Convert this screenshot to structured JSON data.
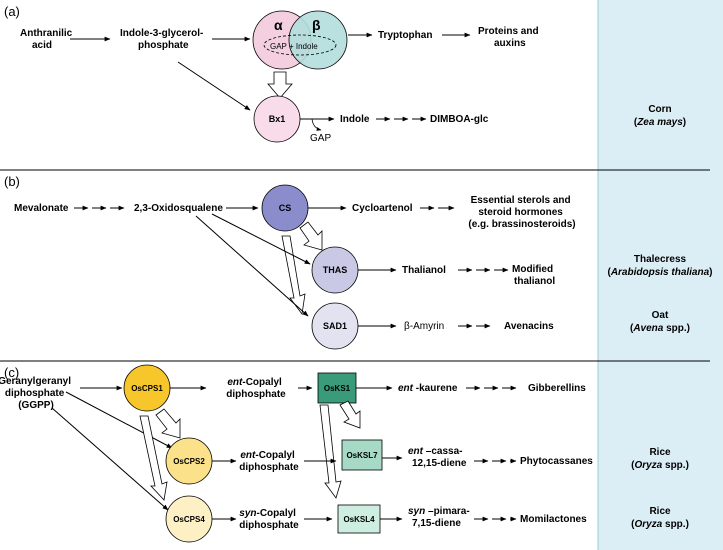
{
  "colors": {
    "species_column": "#dbeef6",
    "alpha": "#f4cfe0",
    "beta": "#b3dedd",
    "bx1": "#f9dcea",
    "cs": "#8b8ccb",
    "thas": "#c9c9e6",
    "sad1": "#e2e2f1",
    "oscps1": "#f7c62a",
    "oscps2": "#fbe18a",
    "oscps4": "#fdf0c4",
    "osks1": "#3a9b7b",
    "osksl7": "#a6dac6",
    "osksl4": "#cdeee0"
  },
  "panel_a": {
    "label": "(a)",
    "anthranilic": [
      "Anthranilic",
      "acid"
    ],
    "i3gp": [
      "Indole-3-glycerol-",
      "phosphate"
    ],
    "alpha": "α",
    "beta": "β",
    "gap_indole": "GAP + Indole",
    "tryptophan": "Tryptophan",
    "proteins": [
      "Proteins and",
      "auxins"
    ],
    "bx1": "Bx1",
    "gap": "GAP",
    "indole": "Indole",
    "dimboa": "DIMBOA-glc",
    "species_common": "Corn",
    "species_latin": "Zea mays"
  },
  "panel_b": {
    "label": "(b)",
    "mevalonate": "Mevalonate",
    "oxidosqualene": "2,3-Oxidosqualene",
    "cs": "CS",
    "cycloartenol": "Cycloartenol",
    "sterols": [
      "Essential sterols and",
      "steroid hormones",
      "(e.g. brassinosteroids)"
    ],
    "thas": "THAS",
    "thalianol": "Thalianol",
    "modified": [
      "Modified",
      "thalianol"
    ],
    "sad1": "SAD1",
    "amyrin": "β-Amyrin",
    "avenacins": "Avenacins",
    "species1_common": "Thalecress",
    "species1_latin": "Arabidopsis thaliana",
    "species2_common": "Oat",
    "species2_latin": "Avena",
    "species2_suffix": " spp."
  },
  "panel_c": {
    "label": "(c)",
    "ggpp": [
      "Geranylgeranyl",
      "diphosphate",
      "(GGPP)"
    ],
    "oscps1": "OsCPS1",
    "oscps2": "OsCPS2",
    "oscps4": "OsCPS4",
    "ent_cpp1": [
      "ent",
      "-Copalyl",
      "diphosphate"
    ],
    "ent_cpp2": [
      "ent",
      "-Copalyl",
      "diphosphate"
    ],
    "syn_cpp": [
      "syn",
      "-Copalyl",
      "diphosphate"
    ],
    "osks1": "OsKS1",
    "osksl7": "OsKSL7",
    "osksl4": "OsKSL4",
    "kaurene": [
      "ent",
      " -kaurene"
    ],
    "cassa": [
      "ent",
      " –cassa-",
      "12,15-diene"
    ],
    "pimara": [
      "syn",
      " –pimara-",
      "7,15-diene"
    ],
    "gibberellins": "Gibberellins",
    "phytocassanes": "Phytocassanes",
    "momilactones": "Momilactones",
    "species1_common": "Rice",
    "species1_latin": "Oryza",
    "species1_suffix": " spp.)",
    "species2_common": "Rice",
    "species2_latin": "Oryza",
    "species2_suffix": " spp.)"
  }
}
